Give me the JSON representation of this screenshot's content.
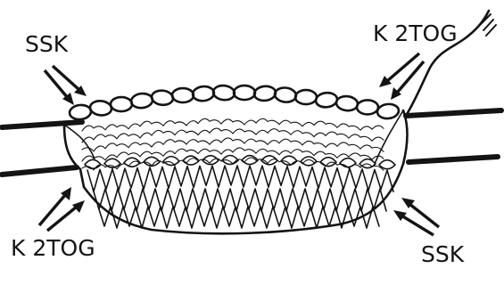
{
  "labels": {
    "top_left": "SSK",
    "top_right": "K 2TOG",
    "bottom_left": "K 2TOG",
    "bottom_right": "SSK"
  },
  "icons": {
    "arrows": "double-arrow-icon",
    "needles": "knitting-needle-icon",
    "yarn": "yarn-strand-icon",
    "swatch": "knitted-fabric-icon"
  },
  "colors": {
    "ink": "#141414",
    "background": "#ffffff"
  }
}
